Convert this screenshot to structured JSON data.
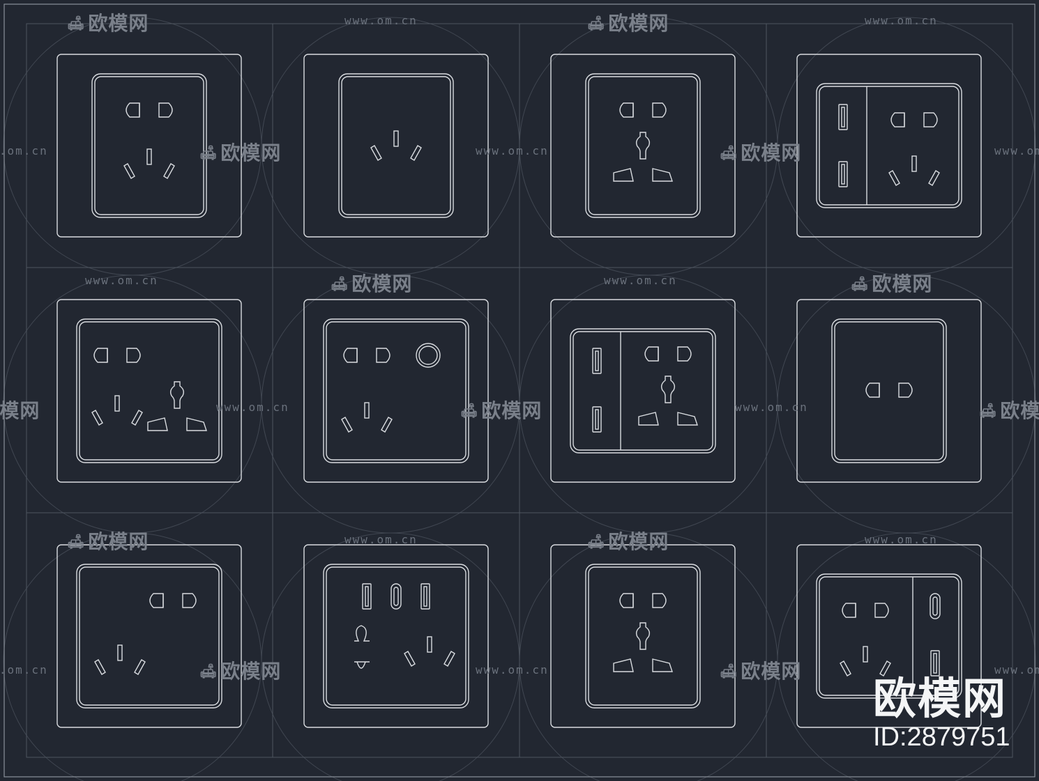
{
  "watermarks": {
    "url_text": "www.om.cn",
    "logo_text": "欧模网"
  },
  "brand": {
    "name": "欧模网",
    "id": "ID:2879751"
  },
  "colors": {
    "background": "#222731",
    "line": "#d9dce0",
    "grid": "#5a616c",
    "watermark": "#6a717c"
  },
  "sockets": [
    {
      "type": "five-hole"
    },
    {
      "type": "three-pin"
    },
    {
      "type": "universal"
    },
    {
      "type": "usb-five-hole"
    },
    {
      "type": "five-hole-universal"
    },
    {
      "type": "five-hole-indicator"
    },
    {
      "type": "usb-universal"
    },
    {
      "type": "two-pin"
    },
    {
      "type": "five-hole-offset"
    },
    {
      "type": "usb-typec-uk"
    },
    {
      "type": "universal"
    },
    {
      "type": "five-hole-usb-typec"
    }
  ]
}
